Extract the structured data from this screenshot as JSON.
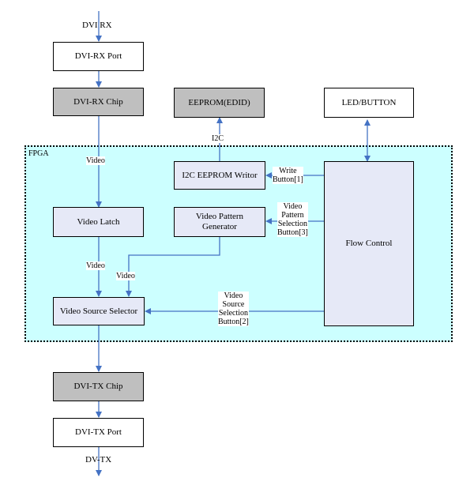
{
  "labels": {
    "dvi_rx": "DVI RX",
    "dv_tx": "DV-TX",
    "fpga": "FPGA",
    "i2c": "I2C",
    "video_1": "Video",
    "video_2": "Video",
    "video_3": "Video",
    "write_button": "Write\nButton[1]",
    "pattern_selection": "Video\nPattern\nSelection\nButton[3]",
    "source_selection": "Video\nSource\nSelection\nButton[2]"
  },
  "blocks": {
    "dvi_rx_port": "DVI-RX Port",
    "dvi_rx_chip": "DVI-RX Chip",
    "eeprom": "EEPROM(EDID)",
    "led_button": "LED/BUTTON",
    "i2c_writer": "I2C EEPROM Writor",
    "video_latch": "Video Latch",
    "pattern_gen": "Video Pattern\nGenerator",
    "flow_control": "Flow Control",
    "source_selector": "Video Source Selector",
    "dvi_tx_chip": "DVI-TX Chip",
    "dvi_tx_port": "DVI-TX Port"
  },
  "colors": {
    "arrow": "#4472c4",
    "fpga_fill": "#ccffff",
    "gray_block": "#bfbfbf",
    "lavender_block": "#e6e9f7"
  }
}
